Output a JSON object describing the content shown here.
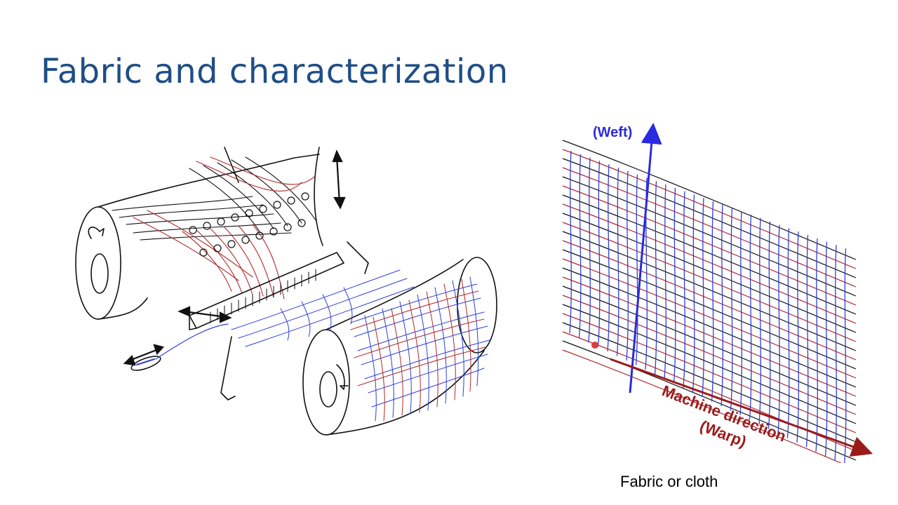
{
  "slide": {
    "title": "Fabric and characterization",
    "caption": "Fabric or cloth"
  },
  "fabric_diagram": {
    "weft_label": "(Weft)",
    "machine_direction_label": "Machine direction",
    "warp_label": "(Warp)"
  },
  "colors": {
    "title": "#1f4e86",
    "weft_axis": "#2a2ae0",
    "warp_axis": "#9b1b1b",
    "red_thread": "#b02a2a",
    "blue_thread": "#2f3fd8",
    "ink": "#111111"
  }
}
